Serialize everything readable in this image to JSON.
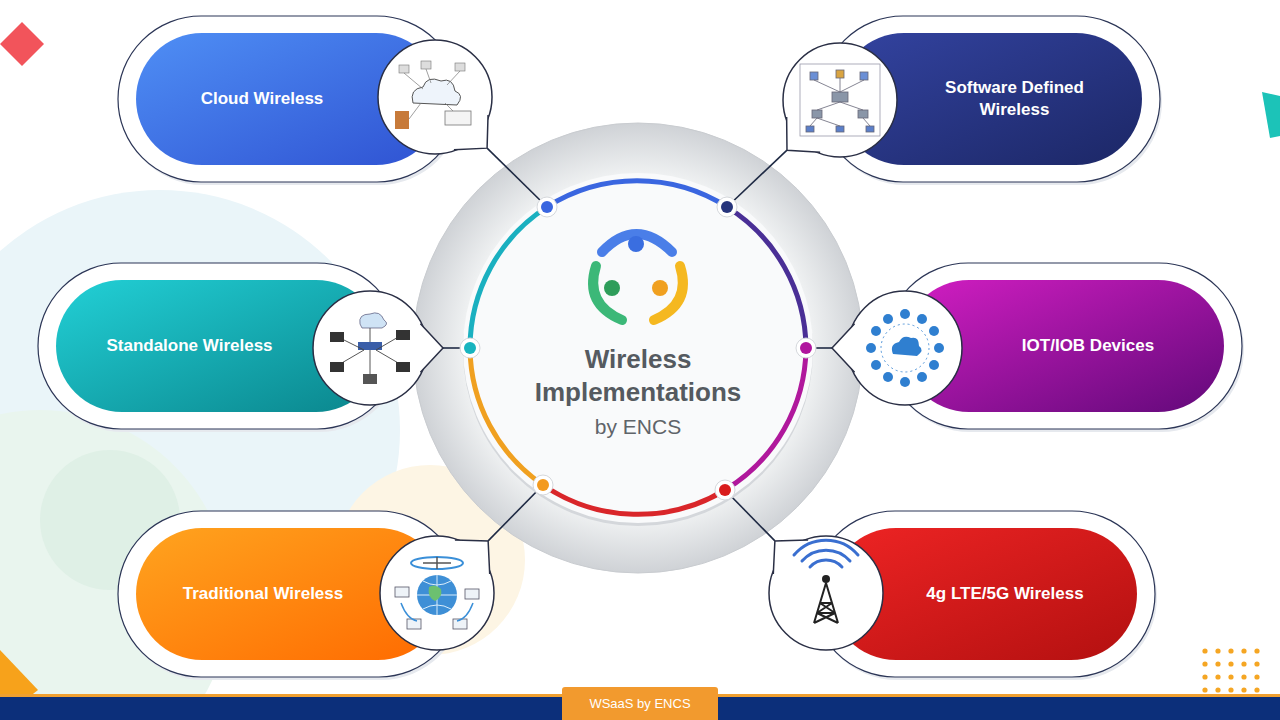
{
  "diagram": {
    "nodes": [
      {
        "text": [
          "Cloud Wireless"
        ]
      },
      {
        "text": [
          "Software Defined Wireless"
        ]
      },
      {
        "text": [
          "Standalone Wireless"
        ]
      },
      {
        "text": [
          "Wireless Implementations",
          "by ENCS"
        ]
      },
      {
        "text": [
          "IOT/IOB Devices"
        ]
      },
      {
        "text": [
          "Traditional Wireless"
        ]
      },
      {
        "text": [
          "4g LTE/5G Wireless"
        ]
      },
      {
        "text": [
          "WSaaS by ENCS"
        ]
      }
    ],
    "edges": [
      {
        "from": 3,
        "to": 0,
        "arrow": "none"
      },
      {
        "from": 3,
        "to": 1,
        "arrow": "none"
      },
      {
        "from": 3,
        "to": 2,
        "arrow": "none"
      },
      {
        "from": 3,
        "to": 4,
        "arrow": "none"
      },
      {
        "from": 3,
        "to": 5,
        "arrow": "none"
      },
      {
        "from": 3,
        "to": 6,
        "arrow": "none"
      }
    ]
  }
}
